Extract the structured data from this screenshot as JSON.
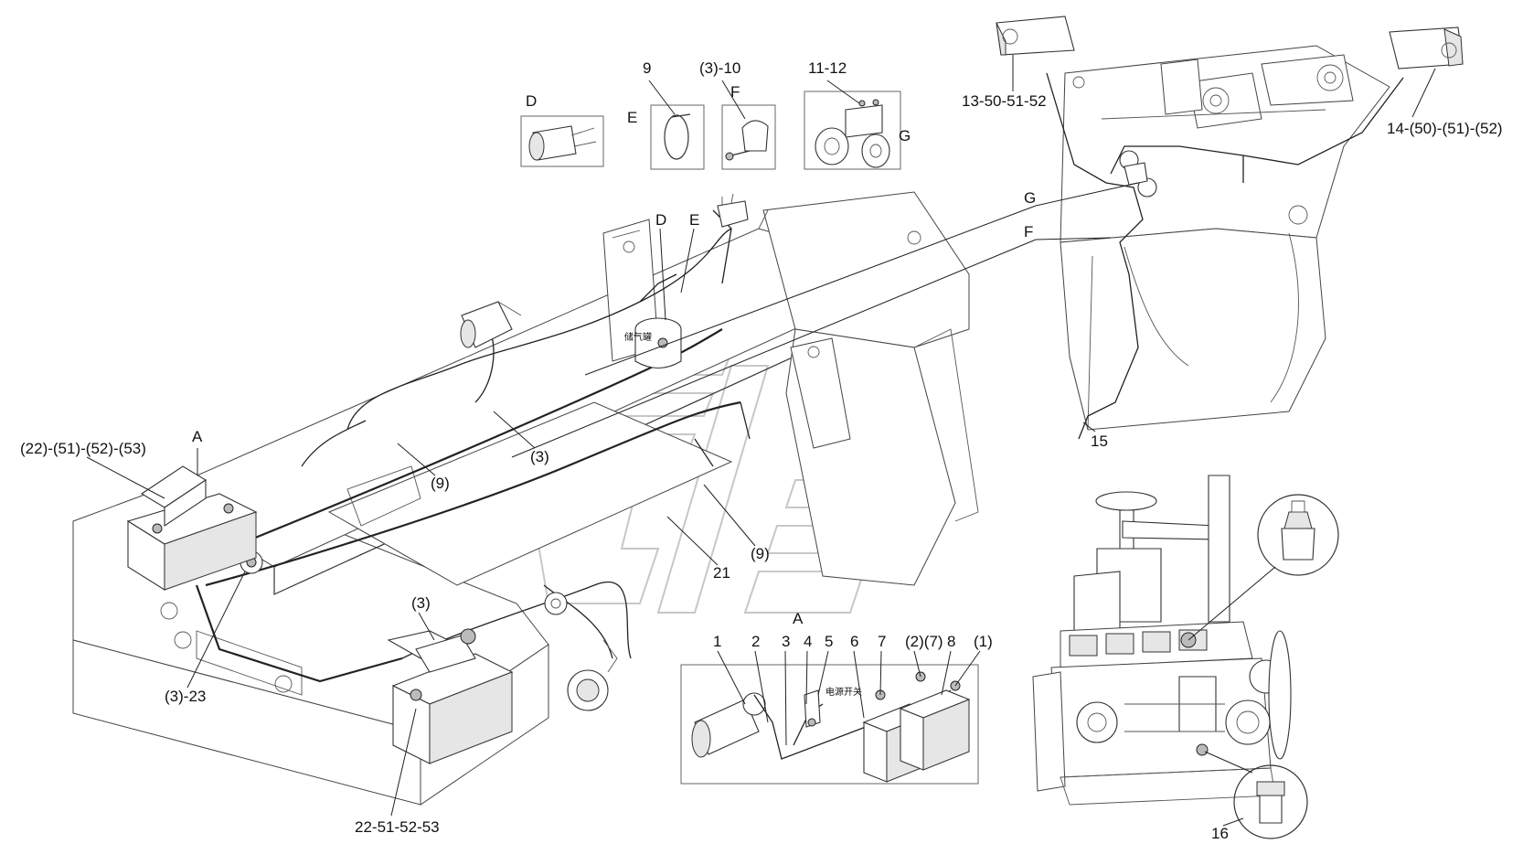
{
  "labels": {
    "d_top": "D",
    "e_top": "E",
    "f_top": "F",
    "g_top": "G",
    "nine_top": "9",
    "three_ten": "(3)-10",
    "eleven_twelve": "11-12",
    "thirteen": "13-50-51-52",
    "fourteen": "14-(50)-(51)-(52)",
    "g_mid": "G",
    "f_mid": "F",
    "fifteen": "15",
    "d_mid": "D",
    "e_mid": "E",
    "tank_text": "储气罐",
    "a_left": "A",
    "twenty_two_top": "(22)-(51)-(52)-(53)",
    "three_a": "(3)",
    "nine_a": "(9)",
    "nine_b": "(9)",
    "twenty_one": "21",
    "three_b": "(3)",
    "three_twentythree": "(3)-23",
    "twenty_two_bottom": "22-51-52-53",
    "a_box": "A",
    "n1": "1",
    "n2": "2",
    "n3": "3",
    "n4": "4",
    "n5": "5",
    "n6": "6",
    "n7": "7",
    "n2_7": "(2)(7)",
    "n8": "8",
    "n1p": "(1)",
    "power_switch": "电源开关",
    "sixteen": "16"
  },
  "icons": [
    "battery-icon",
    "starter-motor-icon",
    "horn-icon",
    "cable-tie-icon",
    "clip-icon",
    "alternator-icon",
    "sensor-icon",
    "lamp-icon",
    "engine-icon",
    "watermark-logo"
  ]
}
